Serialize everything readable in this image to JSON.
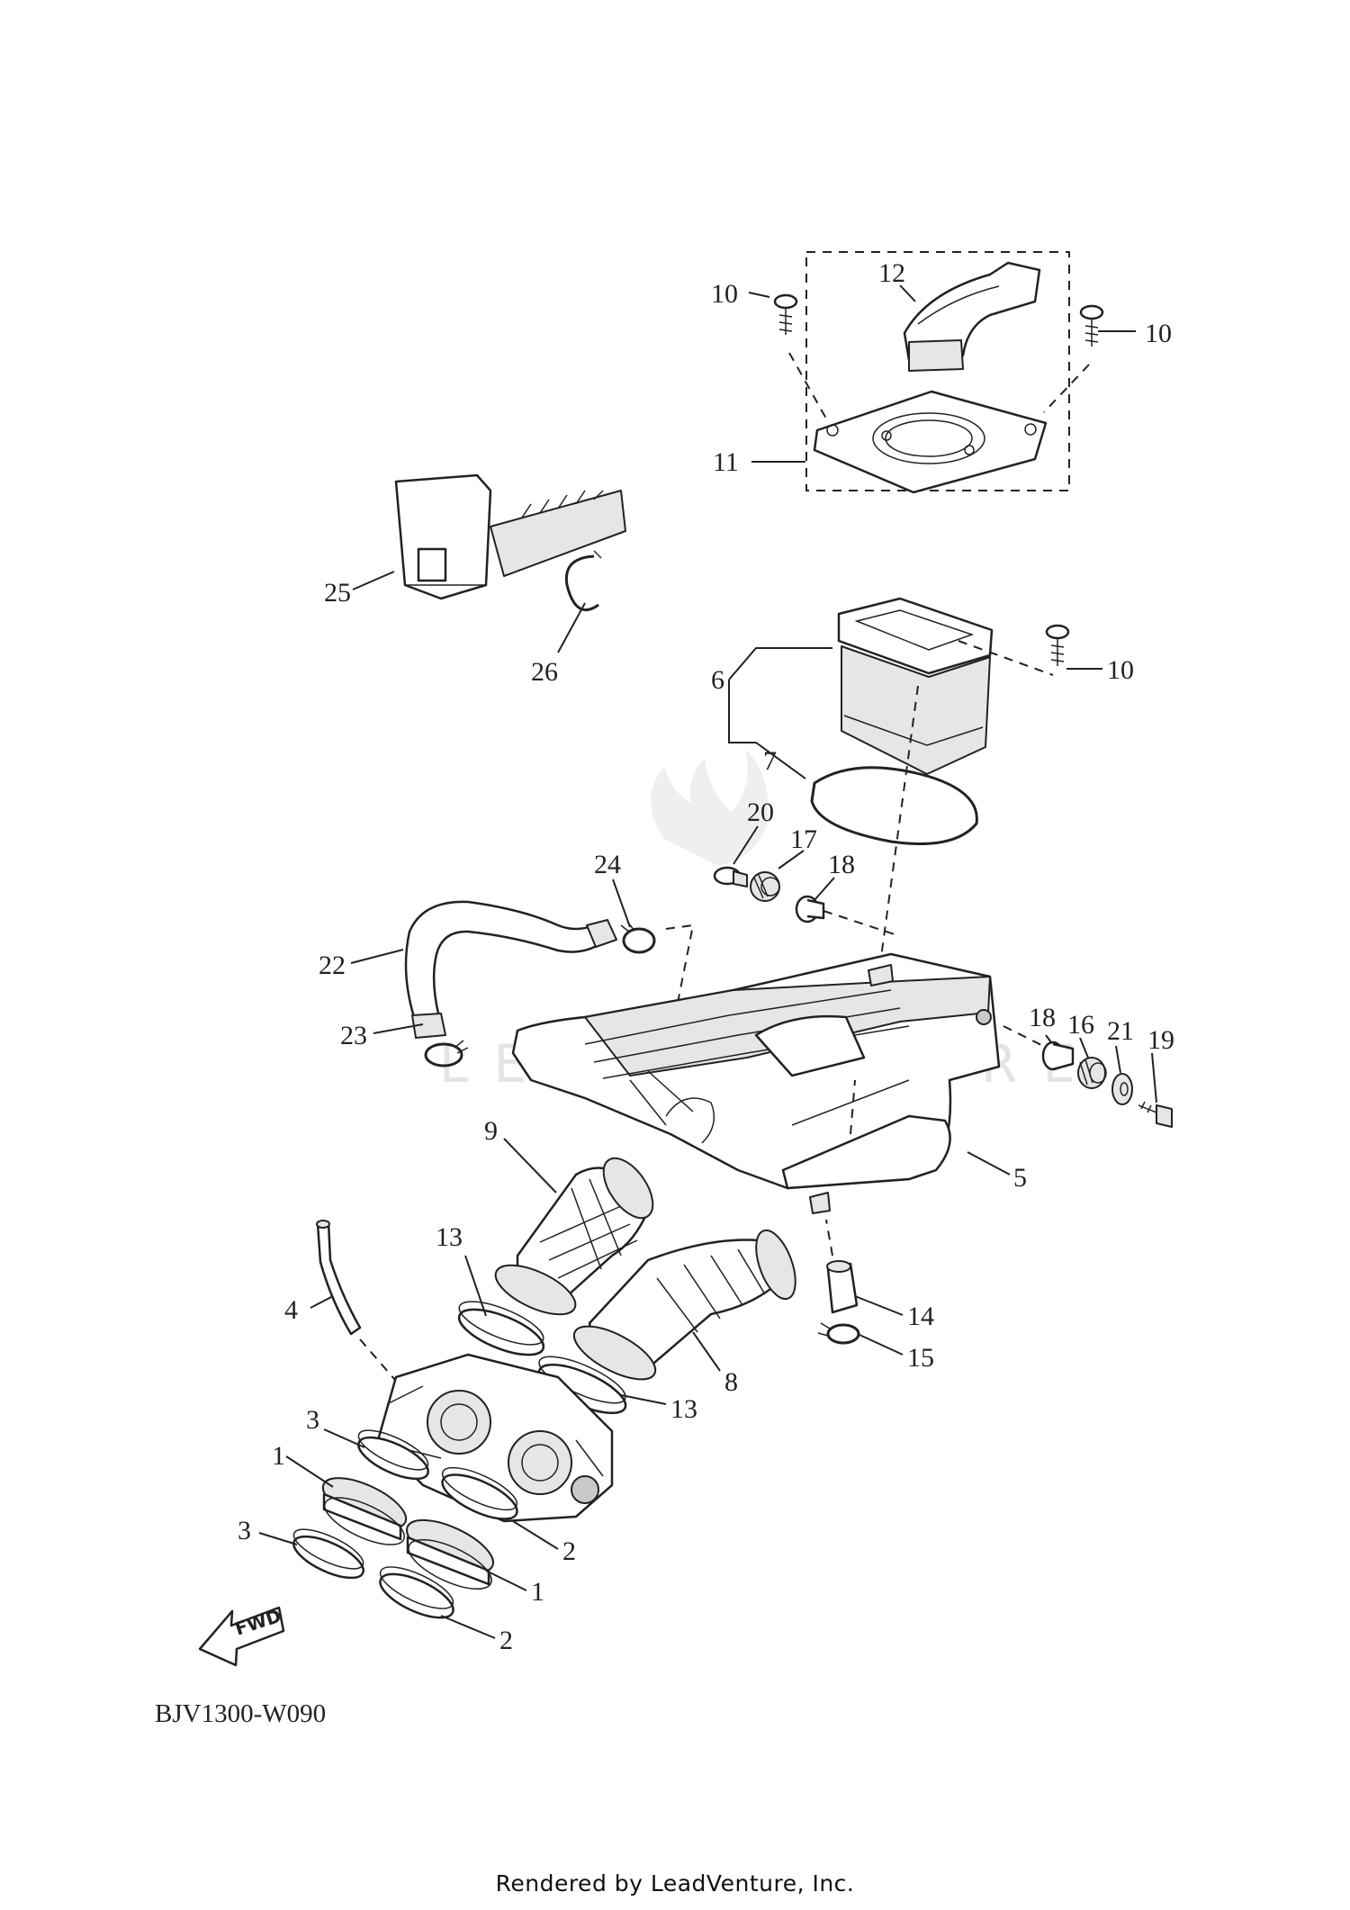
{
  "diagram_code": "BJV1300-W090",
  "credit": "Rendered by LeadVenture, Inc.",
  "watermark": "LEADVENTURE",
  "fwd_label": "FWD",
  "callouts": {
    "c1a": "1",
    "c1b": "1",
    "c2a": "2",
    "c2b": "2",
    "c3a": "3",
    "c3b": "3",
    "c4": "4",
    "c5": "5",
    "c6": "6",
    "c7": "7",
    "c8": "8",
    "c9": "9",
    "c10a": "10",
    "c10b": "10",
    "c10c": "10",
    "c11": "11",
    "c12": "12",
    "c13a": "13",
    "c13b": "13",
    "c14": "14",
    "c15": "15",
    "c16": "16",
    "c17": "17",
    "c18a": "18",
    "c18b": "18",
    "c19": "19",
    "c20": "20",
    "c21": "21",
    "c22": "22",
    "c23": "23",
    "c24": "24",
    "c25": "25",
    "c26": "26"
  }
}
